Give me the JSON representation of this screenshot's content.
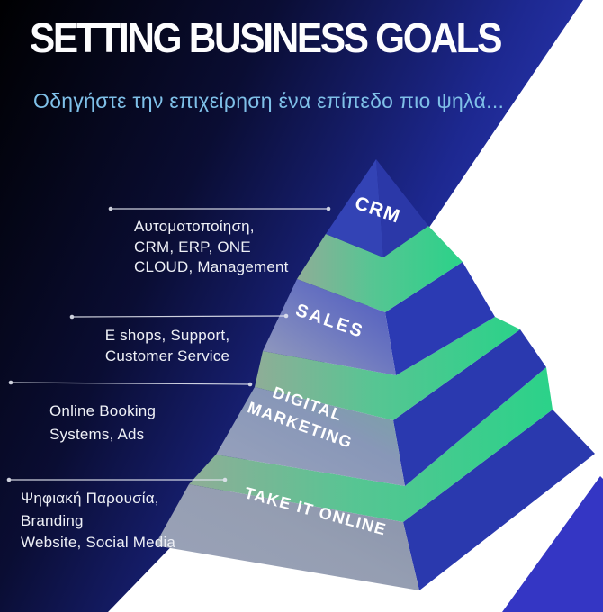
{
  "header": {
    "title": "SETTING BUSINESS GOALS",
    "subtitle": "Οδηγήστε την επιχείρηση ένα επίπεδο πιο ψηλά..."
  },
  "pyramid": {
    "levels": [
      {
        "label": "CRM",
        "annotation_lines": [
          "Αυτοματοποίηση,",
          "CRM, ERP, ONE",
          "CLOUD, Management"
        ]
      },
      {
        "label": "SALES",
        "annotation_lines": [
          "E shops, Support,",
          "Customer Service"
        ]
      },
      {
        "label": "DIGITAL",
        "label_line2": "MARKETING",
        "annotation_lines": [
          "Online Booking",
          "Systems, Ads"
        ]
      },
      {
        "label": "TAKE IT ONLINE",
        "annotation_lines": [
          "Ψηφιακή Παρουσία,",
          "Branding",
          "Website, Social Media"
        ]
      }
    ]
  },
  "colors": {
    "background_dark": "#0a0d33",
    "background_blue": "#2b38b8",
    "royal_blue_side": "#2a39ae",
    "emerald_top": "#2bd289",
    "sage_top": "#8fad97",
    "face_gray": "#9aa3bd",
    "subtitle_blue": "#7fc0e8",
    "corner_triangle": "#3436c4",
    "text_white": "#ffffff"
  }
}
